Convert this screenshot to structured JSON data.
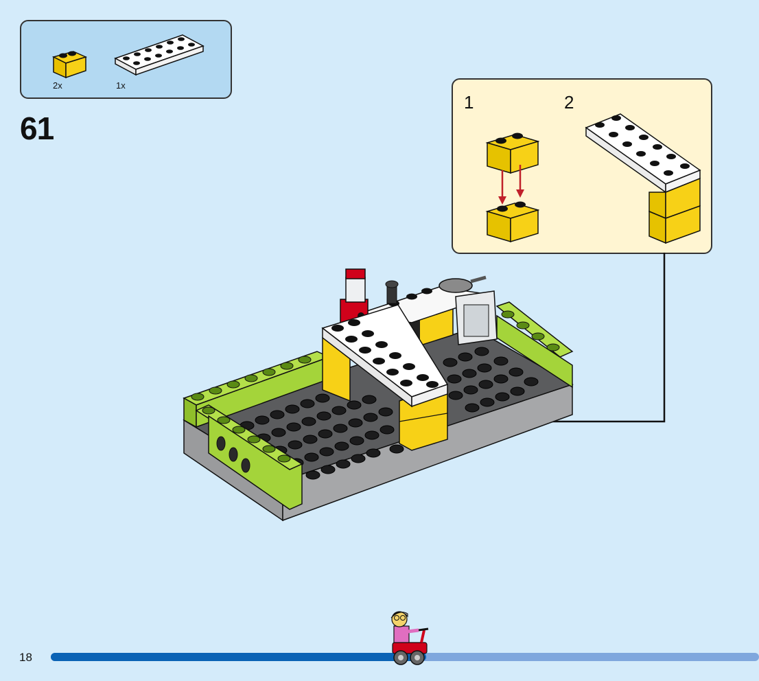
{
  "parts": [
    {
      "name": "yellow-brick-1x2",
      "quantity": "2x",
      "color": "#f7d117"
    },
    {
      "name": "white-plate-2x6",
      "quantity": "1x",
      "color": "#ffffff"
    }
  ],
  "step": {
    "number": "61"
  },
  "subassembly": {
    "steps": [
      {
        "number": "1"
      },
      {
        "number": "2"
      }
    ],
    "background": "#fff5d2"
  },
  "page": {
    "number": "18",
    "background": "#d4ebfa"
  },
  "progress": {
    "fraction": 0.53,
    "done_color": "#0b63b5",
    "remaining_color": "#7fa7dd"
  },
  "colors": {
    "lime": "#a4d43a",
    "dark_gray": "#595a5c",
    "gray": "#a0a1a3",
    "yellow": "#f7d117",
    "red": "#d0021b"
  }
}
